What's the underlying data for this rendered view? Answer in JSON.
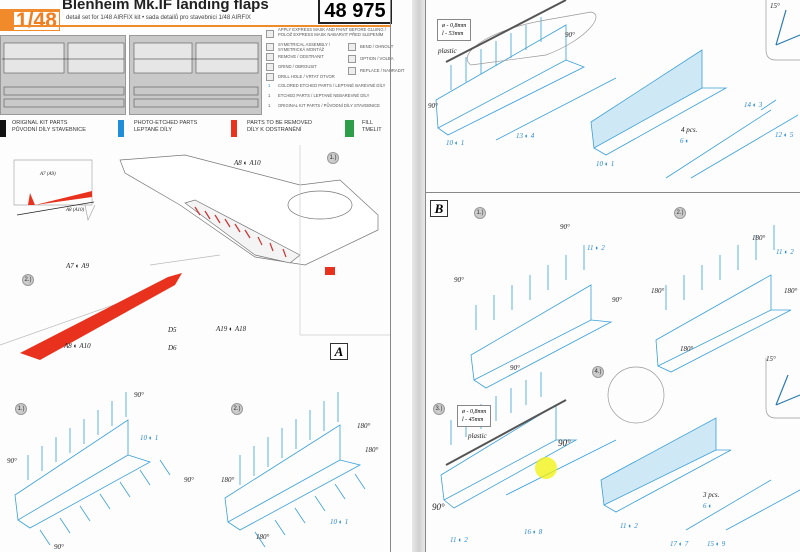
{
  "header": {
    "title": "Blenheim Mk.IF landing flaps",
    "code": "48 975",
    "scale": "1/48",
    "subtitle": "detail set for 1/48 AIRFIX kit • sada detailů pro stavebnici 1/48 AIRFIX"
  },
  "legend_icons": [
    {
      "icon": "mask-icon",
      "text": "APPLY EXPRESS MASK AND PAINT BEFORE GLUING / POLOŽ EXPRESS MASK NABARVIT PŘED SLEPENÍM"
    },
    {
      "icon": "symmetry-icon",
      "text": "SYMETRICAL ASSEMBLY / SYMETRICKÁ MONTÁŽ"
    },
    {
      "icon": "remove-icon",
      "text": "REMOVE / ODSTRANIT"
    },
    {
      "icon": "grind-icon",
      "text": "GRIND / OBROUSIT"
    },
    {
      "icon": "drill-icon",
      "text": "DRILL HOLE / VRTAT OTVOR"
    },
    {
      "icon": "colored-etched-icon",
      "text": "COLORED ETCHED PARTS / LEPTANÉ BAREVNÉ DÍLY"
    },
    {
      "icon": "etched-icon",
      "text": "ETCHED PARTS / LEPTANÉ NEBAREVNÉ DÍLY"
    },
    {
      "icon": "kit-part-icon",
      "text": "ORIGINAL KIT PARTS / PŮVODNÍ DÍLY STAVEBNICE"
    },
    {
      "icon": "bend-icon",
      "text": "BEND / OHNOUT"
    },
    {
      "icon": "option-icon",
      "text": "OPTION / VOLBA"
    },
    {
      "icon": "replace-icon",
      "text": "REPLACE / NAHRADIT"
    }
  ],
  "color_legend": [
    {
      "line1": "ORIGINAL KIT PARTS",
      "line2": "PŮVODNÍ DÍLY STAVEBNICE",
      "color": "#111111"
    },
    {
      "line1": "PHOTO-ETCHED PARTS",
      "line2": "LEPTANÉ DÍLY",
      "color": "#1e8fd8"
    },
    {
      "line1": "PARTS TO BE REMOVED",
      "line2": "DÍLY K ODSTRANĚNÍ",
      "color": "#e8321e"
    },
    {
      "line1": "FILL",
      "line2": "TMELIT",
      "color": "#2e9e48"
    }
  ],
  "section_a": {
    "label": "A",
    "step1": "1.)",
    "step2": "2.)",
    "callout_a7": "A7 (A9)",
    "callout_a8": "A8 (A10)",
    "labels": [
      "A8 ◐ A10",
      "A7 ◐ A9",
      "A8 ◐ A10",
      "D5",
      "D6",
      "A19 ◐ A18"
    ]
  },
  "lower_left": {
    "step1": "1.)",
    "step2": "2.)",
    "angles1": [
      "90°",
      "90°",
      "90°",
      "90°"
    ],
    "angles2": [
      "180°",
      "180°",
      "180°",
      "180°"
    ],
    "part1": "10 ◐ 1",
    "part2": "10 ◐ 1"
  },
  "right_top": {
    "rod1": "ø - 0,8mm",
    "rod2": "l - 53mm",
    "material": "plastic",
    "angles": [
      "90°",
      "90°",
      "15°"
    ],
    "parts": [
      "10 ◐ 1",
      "13 ◐ 4",
      "10 ◐ 1",
      "14 ◐ 3",
      "12 ◐ 5",
      "6 ◐"
    ],
    "pieces": "4 pcs."
  },
  "section_b": {
    "label": "B",
    "step1": "1.)",
    "step2": "2.)",
    "step3": "3.)",
    "step4": "4.)",
    "angles": [
      "90°",
      "90°",
      "90°",
      "90°",
      "180°",
      "180°",
      "180°",
      "180°",
      "90°",
      "90°",
      "15°"
    ],
    "rod1": "ø - 0,8mm",
    "rod2": "l - 45mm",
    "material": "plastic",
    "parts": [
      "11 ◐ 2",
      "11 ◐ 2",
      "11 ◐ 2",
      "16 ◐ 8",
      "11 ◐ 2",
      "17 ◐ 7",
      "15 ◐ 9",
      "6 ◐"
    ],
    "pieces": "3 pcs."
  }
}
